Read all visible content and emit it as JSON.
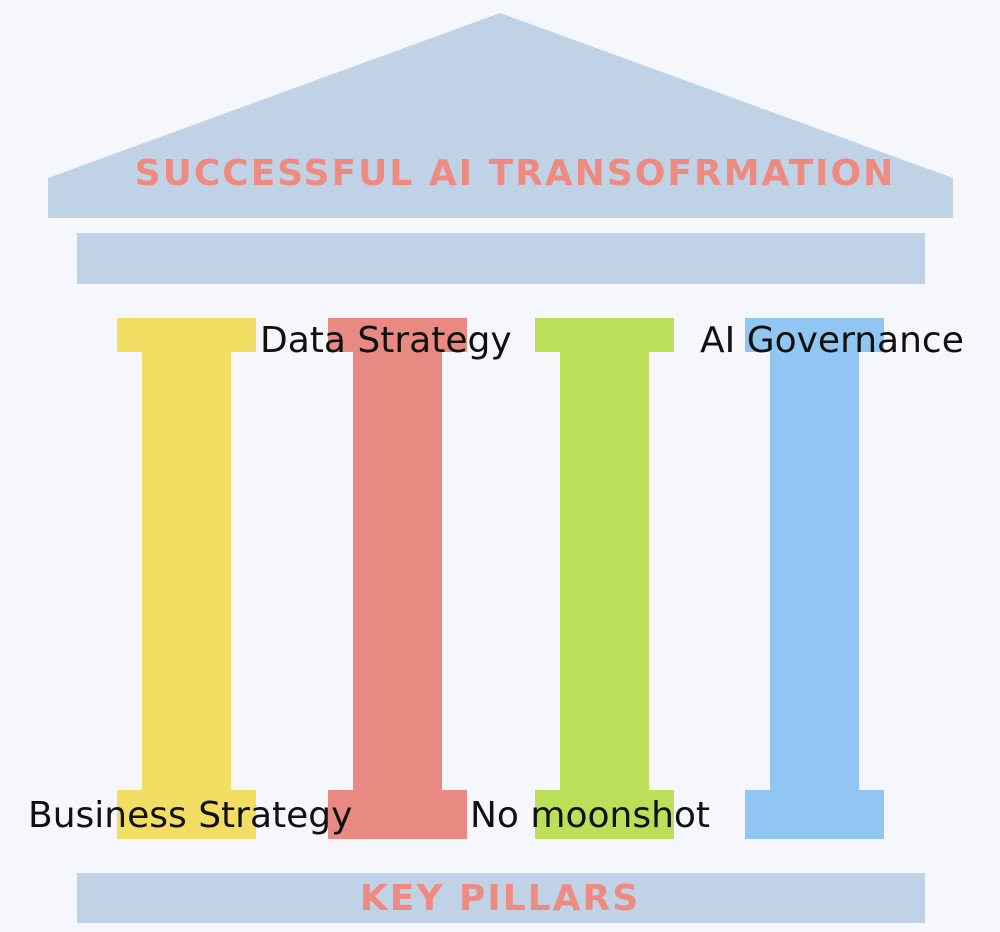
{
  "diagram": {
    "roof_title": "SUCCESSFUL AI TRANSOFRMATION",
    "base_title": "KEY PILLARS",
    "pillars": [
      {
        "label": "Business Strategy",
        "color": "#f1de63"
      },
      {
        "label": "Data Strategy",
        "color": "#e88a82"
      },
      {
        "label": "No moonshot",
        "color": "#bcdf5a"
      },
      {
        "label": "AI Governance",
        "color": "#92c6f2"
      }
    ]
  },
  "colors": {
    "background": "#f5f7fd",
    "structure": "#c0d3e6",
    "heading_text": "#ee8a80"
  }
}
